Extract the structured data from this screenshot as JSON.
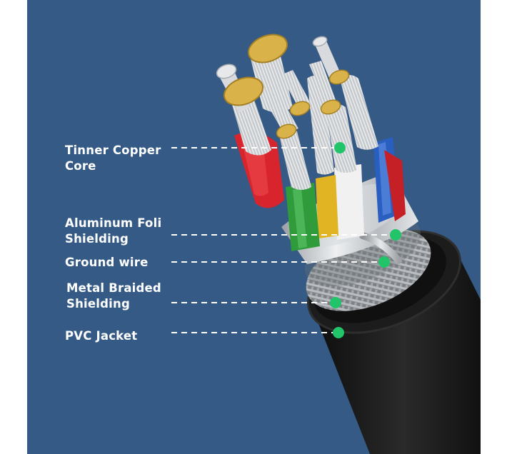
{
  "colors": {
    "background": "#345a85",
    "leader_line": "#ffffff",
    "marker": "#22c46a",
    "jacket": "#1a1a1a",
    "braid": "#8e9296",
    "foil": "#c9ccd0",
    "copper": "#d9b24a"
  },
  "labels": [
    {
      "id": "tinner-copper-core",
      "lines": [
        "Tinner Copper",
        "Core"
      ]
    },
    {
      "id": "aluminum-foil-shielding",
      "lines": [
        "Aluminum Foli",
        "Shielding"
      ]
    },
    {
      "id": "ground-wire",
      "lines": [
        "Ground wire"
      ]
    },
    {
      "id": "metal-braided-shielding",
      "lines": [
        "Metal Braided",
        "Shielding"
      ]
    },
    {
      "id": "pvc-jacket",
      "lines": [
        "PVC Jacket"
      ]
    }
  ],
  "wire_colors": [
    "red",
    "green",
    "yellow",
    "white",
    "blue"
  ]
}
